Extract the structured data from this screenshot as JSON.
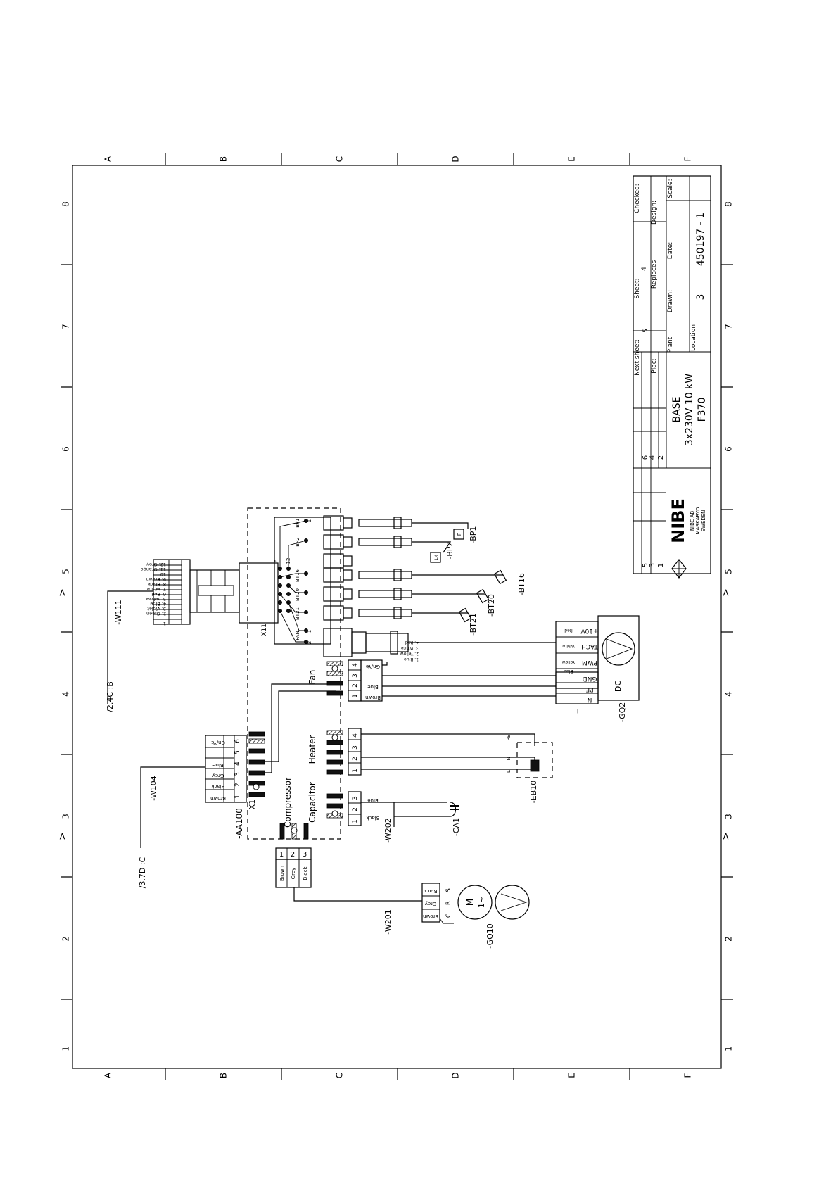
{
  "frame": {
    "columns": [
      "A",
      "B",
      "C",
      "D",
      "E",
      "F"
    ],
    "rows": [
      "8",
      "7",
      "6",
      "5",
      "4",
      "3",
      "2",
      "1"
    ]
  },
  "title_block": {
    "checked_label": "Checked:",
    "design_label": "Design:",
    "scale_label": "Scale:",
    "sheet_label": "Sheet:",
    "sheet_value": "4",
    "replaces_label": "Replaces",
    "date_label": "Date:",
    "next_sheet_label": "Next sheet:",
    "next_sheet_value": "5",
    "drawn_label": "Drawn:",
    "plac_label": "Plac:",
    "plant_label": "Plant",
    "location_label": "Location",
    "doc_number": "450197 - 1",
    "doc_prefix": "3",
    "title_1": "BASE",
    "title_2": "3x230V 10 kW",
    "title_3": "F370",
    "rev_a": [
      "6",
      "4",
      "2"
    ],
    "rev_b": [
      "5",
      "3",
      "1"
    ],
    "logo_text": "NIBE",
    "company_1": "NIBE AB",
    "company_2": "MARKARYD",
    "company_3": "SWEDEN"
  },
  "diagram": {
    "cable_w111": "-W111",
    "cable_w104": "-W104",
    "cable_w201": "-W201",
    "cable_w202": "-W202",
    "ref_b": "/2.4C :B",
    "ref_c": "/3.7D :C",
    "board": "-AA100",
    "x1": "X1",
    "x11": "X11",
    "label_compressor": "Compressor",
    "label_capacitor": "Capacitor",
    "label_heater": "Heater",
    "label_fan": "Fan",
    "w111_wires": [
      "1",
      "2. Green",
      "3. Violet",
      "4. Blue",
      "5. Yellow",
      "6. Red",
      "7. White",
      "8. Black",
      "9. Brown",
      "10",
      "11. Orange",
      "12. Grey"
    ],
    "x1_wires": [
      "Brown",
      "Black",
      "Grey",
      "Blue",
      "",
      "Gn/Ye"
    ],
    "x1_pins": [
      "1",
      "2",
      "3",
      "4",
      "5",
      "6"
    ],
    "x11_labels": [
      "BP1",
      "BP2",
      "BT16",
      "BT20",
      "BT21",
      "FAN"
    ],
    "x11_pins_top": [
      "1",
      "6",
      "12"
    ],
    "x11_pins_bot": [
      "1",
      "2"
    ],
    "fan_term": [
      "1",
      "2",
      "3",
      "4"
    ],
    "fan_wires": [
      "Brown",
      "Blue",
      "",
      "Gn/Ye"
    ],
    "heater_term": [
      "1",
      "2",
      "3",
      "4"
    ],
    "heater_lines": [
      "L",
      "N",
      "PE"
    ],
    "cap_term": [
      "1",
      "2",
      "3"
    ],
    "cap_wires": [
      "Black",
      "Blue"
    ],
    "comp_term": [
      "1",
      "2",
      "3"
    ],
    "comp_wires": [
      "Brown",
      "Grey",
      "Black"
    ],
    "gq2_conn": [
      "1. Blue",
      "2. Yellow",
      "3. White",
      "4. Red"
    ],
    "gq2_pins": [
      "+10V",
      "TACH",
      "PWM",
      "GND",
      "PE",
      "N",
      "L"
    ],
    "gq2_wires": [
      "Red",
      "White",
      "Yellow",
      "Blue"
    ],
    "gq2_dc": "DC",
    "gq2_name": "-GQ2",
    "eb10_name": "-EB10",
    "ca1_name": "-CA1",
    "gq10_name": "-GQ10",
    "gq10_pins": [
      "C",
      "R",
      "S"
    ],
    "gq10_wires": [
      "Brown",
      "Grey",
      "Black"
    ],
    "motor_m": "M",
    "motor_phase": "1~",
    "bt16": "-BT16",
    "bt20": "-BT20",
    "bt21": "-BT21",
    "bp1": "-BP1",
    "bp2": "-BP2",
    "bp1_box": "P",
    "bp2_box": "LK"
  }
}
